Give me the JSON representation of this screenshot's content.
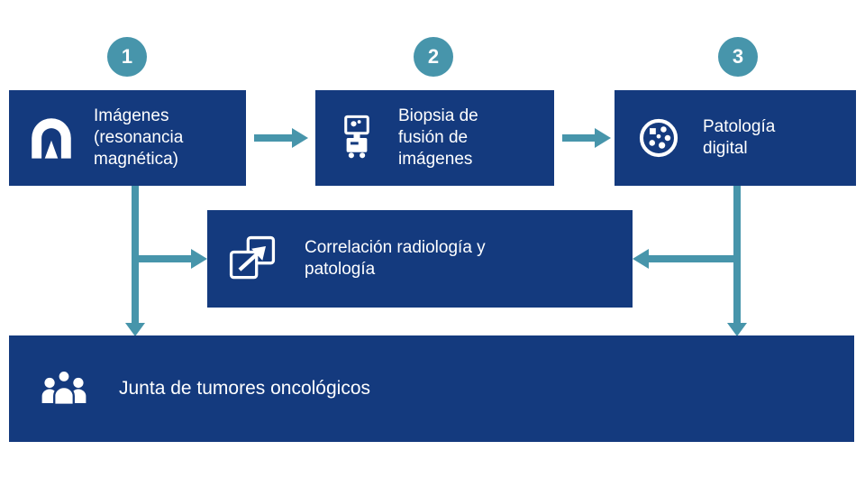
{
  "colors": {
    "box_bg": "#143a7e",
    "accent": "#4795ab",
    "label": "#ffffff"
  },
  "steps": [
    {
      "number": "1",
      "label": "Imágenes (resonancia magnética)",
      "icon": "mri-scanner-icon"
    },
    {
      "number": "2",
      "label": "Biopsia de fusión de imágenes",
      "icon": "fusion-biopsy-machine-icon"
    },
    {
      "number": "3",
      "label": "Patología digital",
      "icon": "digital-pathology-dish-icon"
    }
  ],
  "correlation": {
    "label": "Correlación radiología y patología",
    "icon": "correlation-squares-arrow-icon"
  },
  "board": {
    "label": "Junta de tumores oncológicos",
    "icon": "people-group-icon"
  }
}
